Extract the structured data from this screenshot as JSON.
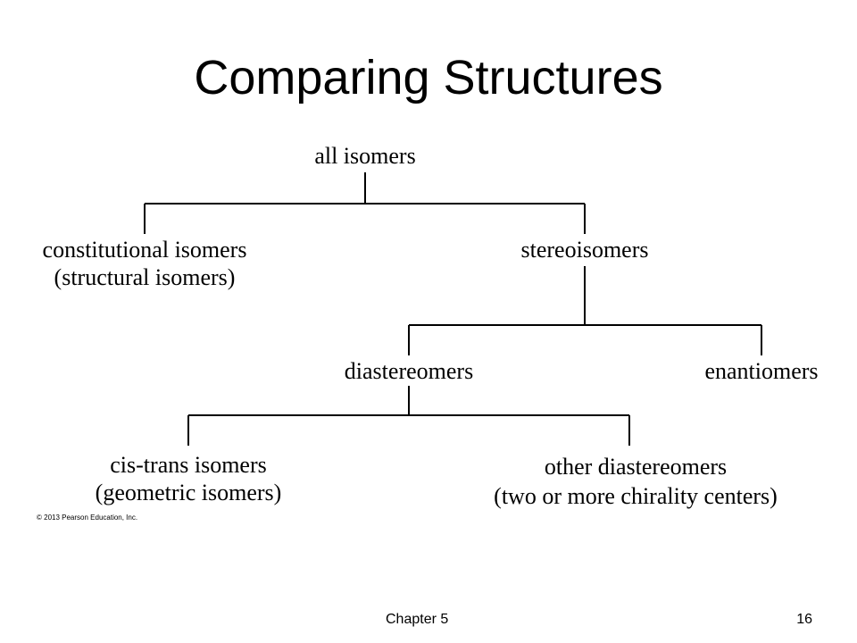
{
  "slide": {
    "title": "Comparing Structures",
    "footer_chapter": "Chapter 5",
    "page_number": "16"
  },
  "diagram": {
    "nodes": {
      "all_isomers": "all isomers",
      "constitutional_line1": "constitutional isomers",
      "constitutional_line2": "(structural isomers)",
      "stereoisomers": "stereoisomers",
      "diastereomers": "diastereomers",
      "enantiomers": "enantiomers",
      "cis_trans_line1": "cis-trans isomers",
      "cis_trans_line2": "(geometric isomers)",
      "other_line1": "other diastereomers",
      "other_line2": "(two or more chirality centers)"
    },
    "copyright": "© 2013 Pearson Education, Inc.",
    "line_color": "#000000"
  }
}
